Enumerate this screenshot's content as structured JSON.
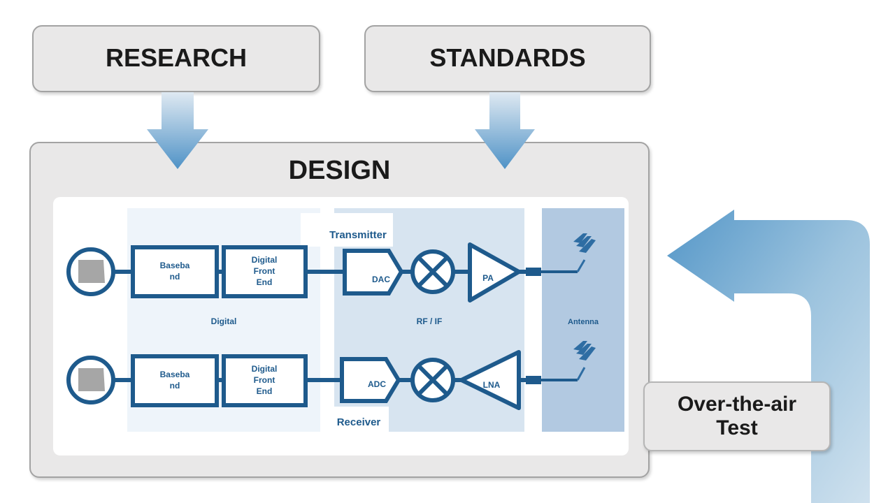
{
  "boxes": {
    "research": "RESEARCH",
    "standards": "STANDARDS",
    "design": "DESIGN",
    "ota": "Over-the-air\nTest"
  },
  "regions": {
    "digital": "Digital",
    "rf": "RF / IF",
    "antenna": "Antenna"
  },
  "chains": {
    "transmitter": "Transmitter",
    "receiver": "Receiver"
  },
  "blocks": {
    "tx_baseband": [
      "Baseba",
      "nd"
    ],
    "tx_dfe": [
      "Digital",
      "Front",
      "End"
    ],
    "tx_dac": "DAC",
    "tx_pa": "PA",
    "rx_baseband": [
      "Baseba",
      "nd"
    ],
    "rx_dfe": [
      "Digital",
      "Front",
      "End"
    ],
    "rx_adc": "ADC",
    "rx_lna": "LNA"
  },
  "colors": {
    "block_stroke": "#1e5a8c",
    "arrow_light": "#c9dced",
    "arrow_dark": "#5d9bc9",
    "box_fill": "#e9e8e8"
  }
}
